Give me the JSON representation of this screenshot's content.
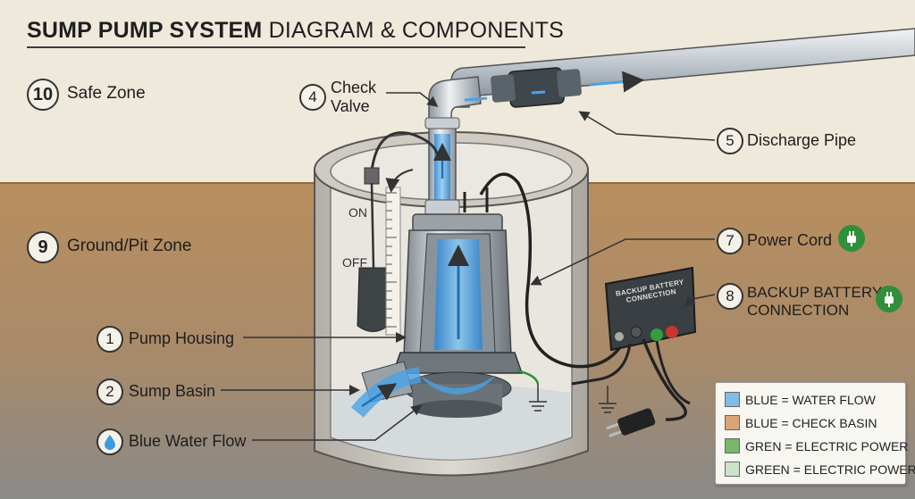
{
  "title": {
    "bold": "SUMP PUMP SYSTEM",
    "normal": "DIAGRAM & COMPONENTS"
  },
  "zones": [
    {
      "num": "10",
      "label": "Safe Zone"
    },
    {
      "num": "9",
      "label": "Ground/Pit Zone"
    }
  ],
  "components": [
    {
      "num": "1",
      "label": "Pump Housing"
    },
    {
      "num": "2",
      "label": "Sump Basin"
    },
    {
      "num": "",
      "label": "Blue Water Flow",
      "icon": "water-drop-icon"
    },
    {
      "num": "4",
      "label": "Check\nValve"
    },
    {
      "num": "5",
      "label": "Discharge Pipe"
    },
    {
      "num": "7",
      "label": "Power Cord",
      "icon": "plug-icon"
    },
    {
      "num": "8",
      "label": "BACKUP BATTERY\nCONNECTION",
      "icon": "plug-icon"
    }
  ],
  "float_switch": {
    "on": "ON",
    "off": "OFF"
  },
  "battery_panel": {
    "line1": "BACKUP BATTERY",
    "line2": "CONNECTION"
  },
  "legend": [
    {
      "text": "BLUE = WATER FLOW",
      "color": "#7fbde8"
    },
    {
      "text": "BLUE = CHECK BASIN",
      "color": "#d9a577"
    },
    {
      "text": "GREN = ELECTRIC POWER",
      "color": "#79b76a"
    },
    {
      "text": "GREEN = ELECTRIC POWER",
      "color": "#cde3c6"
    }
  ],
  "colors": {
    "water": "#4aa3e6",
    "soil": "#b68d5c",
    "sky": "#efe9db",
    "power": "#2f8f3a"
  }
}
